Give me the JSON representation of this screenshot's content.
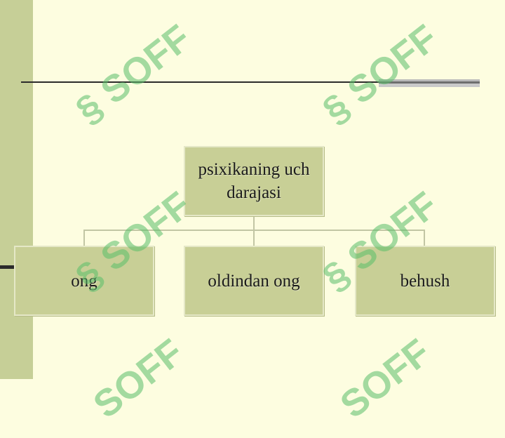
{
  "diagram": {
    "root": {
      "label": "psixikaning uch darajasi"
    },
    "children": [
      {
        "label": "ong"
      },
      {
        "label": "oldindan ong"
      },
      {
        "label": "behush"
      }
    ]
  },
  "watermark": {
    "text": "SOFF",
    "color": "#5bbf6a"
  },
  "colors": {
    "background": "#fdfde0",
    "side_band": "#c6cf97",
    "box_fill": "#c8cf96"
  }
}
